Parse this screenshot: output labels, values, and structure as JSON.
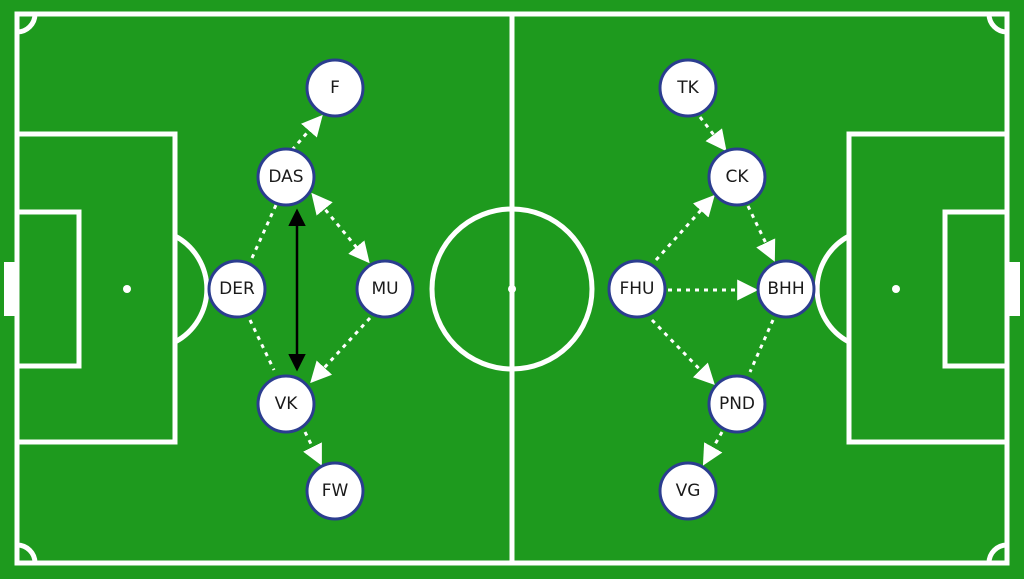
{
  "colors": {
    "grass": "#1e9a1e",
    "lines": "#ffffff",
    "node_fill": "#ffffff",
    "node_ring": "#2b3d8f",
    "node_text": "#1a1a1a",
    "pass_arrow": "#ffffff",
    "run_arrow": "#000000"
  },
  "left_team": {
    "players": [
      {
        "id": "lf",
        "label": "F"
      },
      {
        "id": "lda",
        "label": "DAS"
      },
      {
        "id": "lde",
        "label": "DER"
      },
      {
        "id": "lmu",
        "label": "MU"
      },
      {
        "id": "lvk",
        "label": "VK"
      },
      {
        "id": "lfw",
        "label": "FW"
      }
    ]
  },
  "right_team": {
    "players": [
      {
        "id": "rtk",
        "label": "TK"
      },
      {
        "id": "rck",
        "label": "CK"
      },
      {
        "id": "rfhu",
        "label": "FHU"
      },
      {
        "id": "rbhh",
        "label": "BHH"
      },
      {
        "id": "rpnd",
        "label": "PND"
      },
      {
        "id": "rvg",
        "label": "VG"
      }
    ]
  }
}
